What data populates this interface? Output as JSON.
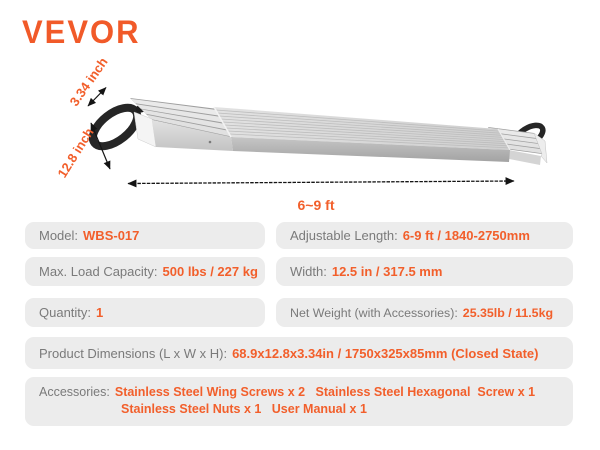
{
  "brand": {
    "logo_text": "VEVOR"
  },
  "colors": {
    "accent_orange": "#F15A29",
    "value_orange": "#F25F2B",
    "label_gray": "#7A7A7A",
    "box_background": "#ECECEC",
    "arrow_black": "#141414"
  },
  "figure": {
    "illustration": "telescoping-aluminum-work-plank",
    "height_label": "3.34 inch",
    "width_label": "12.8 inch",
    "length_label": "6~9 ft"
  },
  "specs": {
    "model": {
      "label": "Model:",
      "value": "WBS-017"
    },
    "adjustable_length": {
      "label": "Adjustable Length:",
      "value": "6-9 ft / 1840-2750mm"
    },
    "max_load": {
      "label": "Max. Load Capacity:",
      "value": "500 lbs / 227 kg"
    },
    "width": {
      "label": "Width:",
      "value": "12.5 in / 317.5 mm"
    },
    "quantity": {
      "label": "Quantity:",
      "value": "1"
    },
    "net_weight": {
      "label": "Net Weight (with Accessories):",
      "value": "25.35lb / 11.5kg"
    },
    "dimensions": {
      "label": "Product Dimensions (L x W x H):",
      "value": "68.9x12.8x3.34in / 1750x325x85mm (Closed State)"
    },
    "accessories": {
      "label": "Accessories:",
      "line1": "Stainless Steel Wing Screws x 2   Stainless Steel Hexagonal  Screw x 1",
      "line2": "Stainless Steel Nuts x 1   User Manual x 1"
    }
  }
}
